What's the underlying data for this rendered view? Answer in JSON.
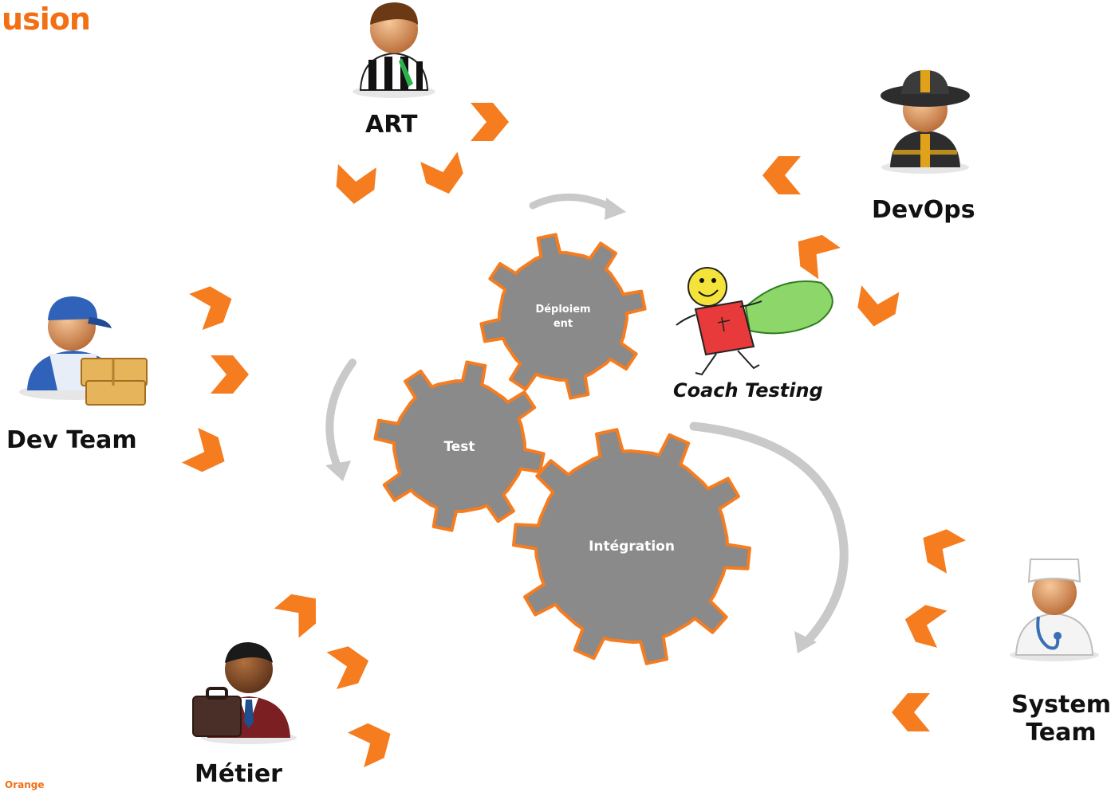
{
  "slide": {
    "title": "lusion",
    "footer": "Orange"
  },
  "roles": {
    "art": "ART",
    "devops": "DevOps",
    "dev_team": "Dev Team",
    "metier": "Métier",
    "system_team_line1": "System",
    "system_team_line2": "Team",
    "coach": "Coach Testing"
  },
  "gears": {
    "deploiement_line1": "Déploiem",
    "deploiement_line2": "ent",
    "test": "Test",
    "integration": "Intégration"
  },
  "colors": {
    "accent": "#f57c1f",
    "gear_fill": "#8a8a8a",
    "cycle_arrow": "#c9c9c9"
  }
}
